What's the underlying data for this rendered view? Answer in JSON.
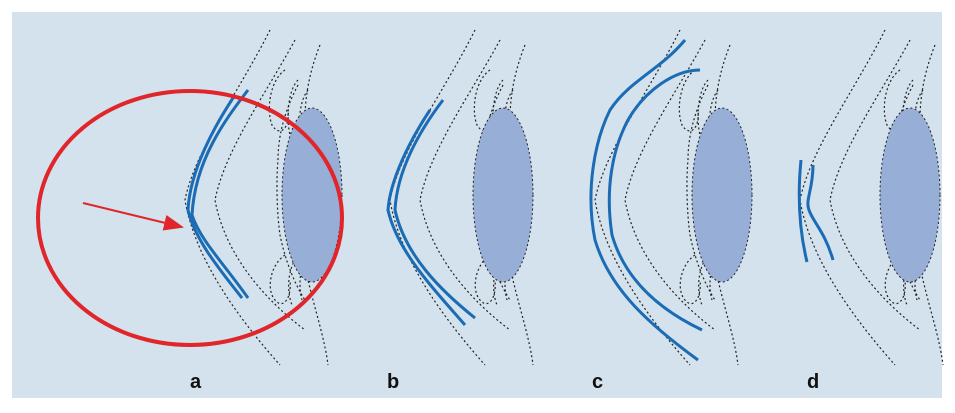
{
  "figure": {
    "panel_labels": [
      "a",
      "b",
      "c",
      "d"
    ],
    "colors": {
      "background": "#d3e2ec",
      "lens_fill": "#97aed6",
      "highlight_line": "#1b6bb5",
      "annotation": "#e0262b",
      "outline": "#222222"
    }
  }
}
